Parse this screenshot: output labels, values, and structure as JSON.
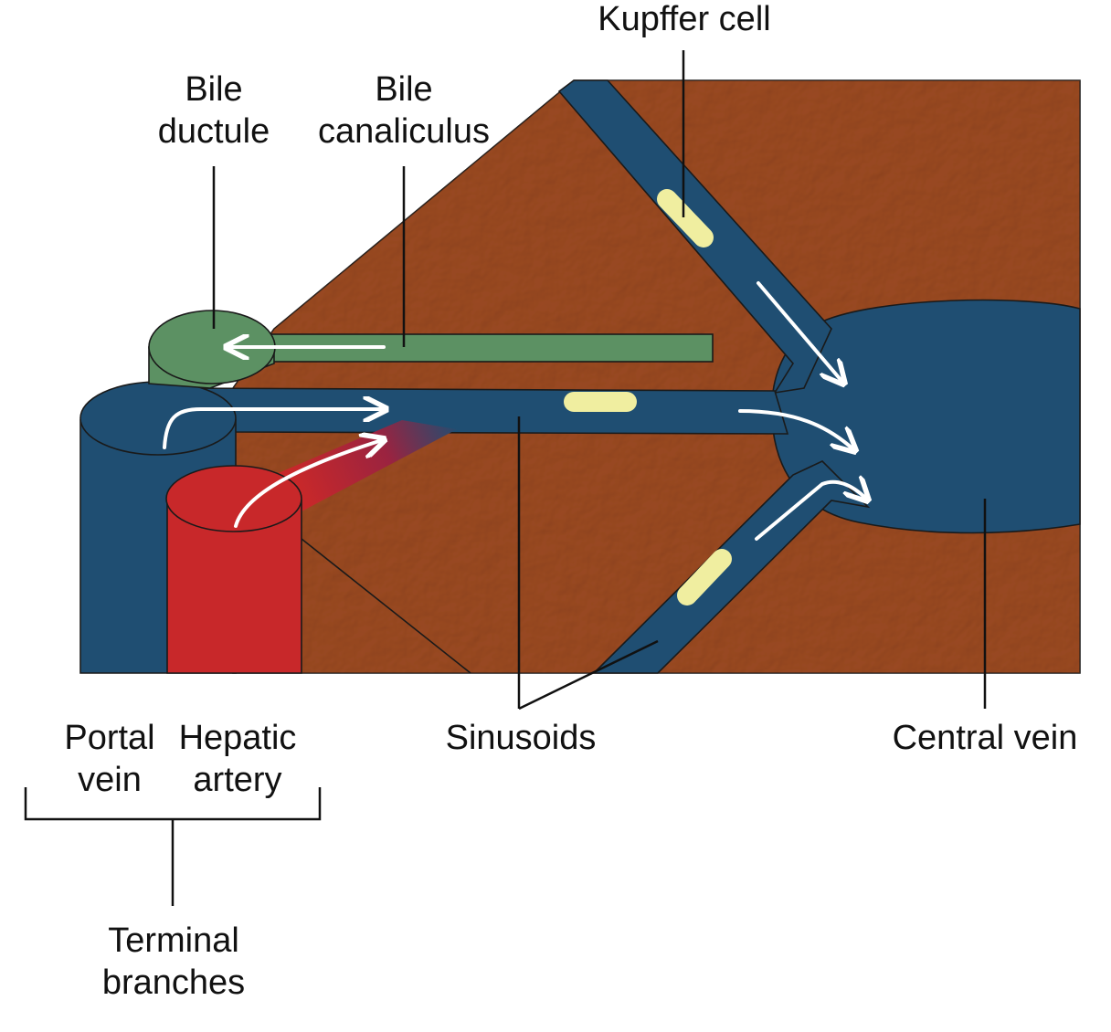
{
  "labels": {
    "kupffer_cell": "Kupffer cell",
    "bile_ductule": [
      "Bile",
      "ductule"
    ],
    "bile_canaliculus": [
      "Bile",
      "canaliculus"
    ],
    "portal_vein": [
      "Portal",
      "vein"
    ],
    "hepatic_artery": [
      "Hepatic",
      "artery"
    ],
    "sinusoids": "Sinusoids",
    "central_vein": "Central vein",
    "terminal_branches": [
      "Terminal",
      "branches"
    ]
  },
  "colors": {
    "tissue": "#9b4a22",
    "vein_blue": "#1f4e72",
    "artery_red": "#c8282a",
    "bile_green": "#5c9163",
    "kupffer_yellow": "#f0eea0",
    "flow_arrow": "#ffffff"
  }
}
